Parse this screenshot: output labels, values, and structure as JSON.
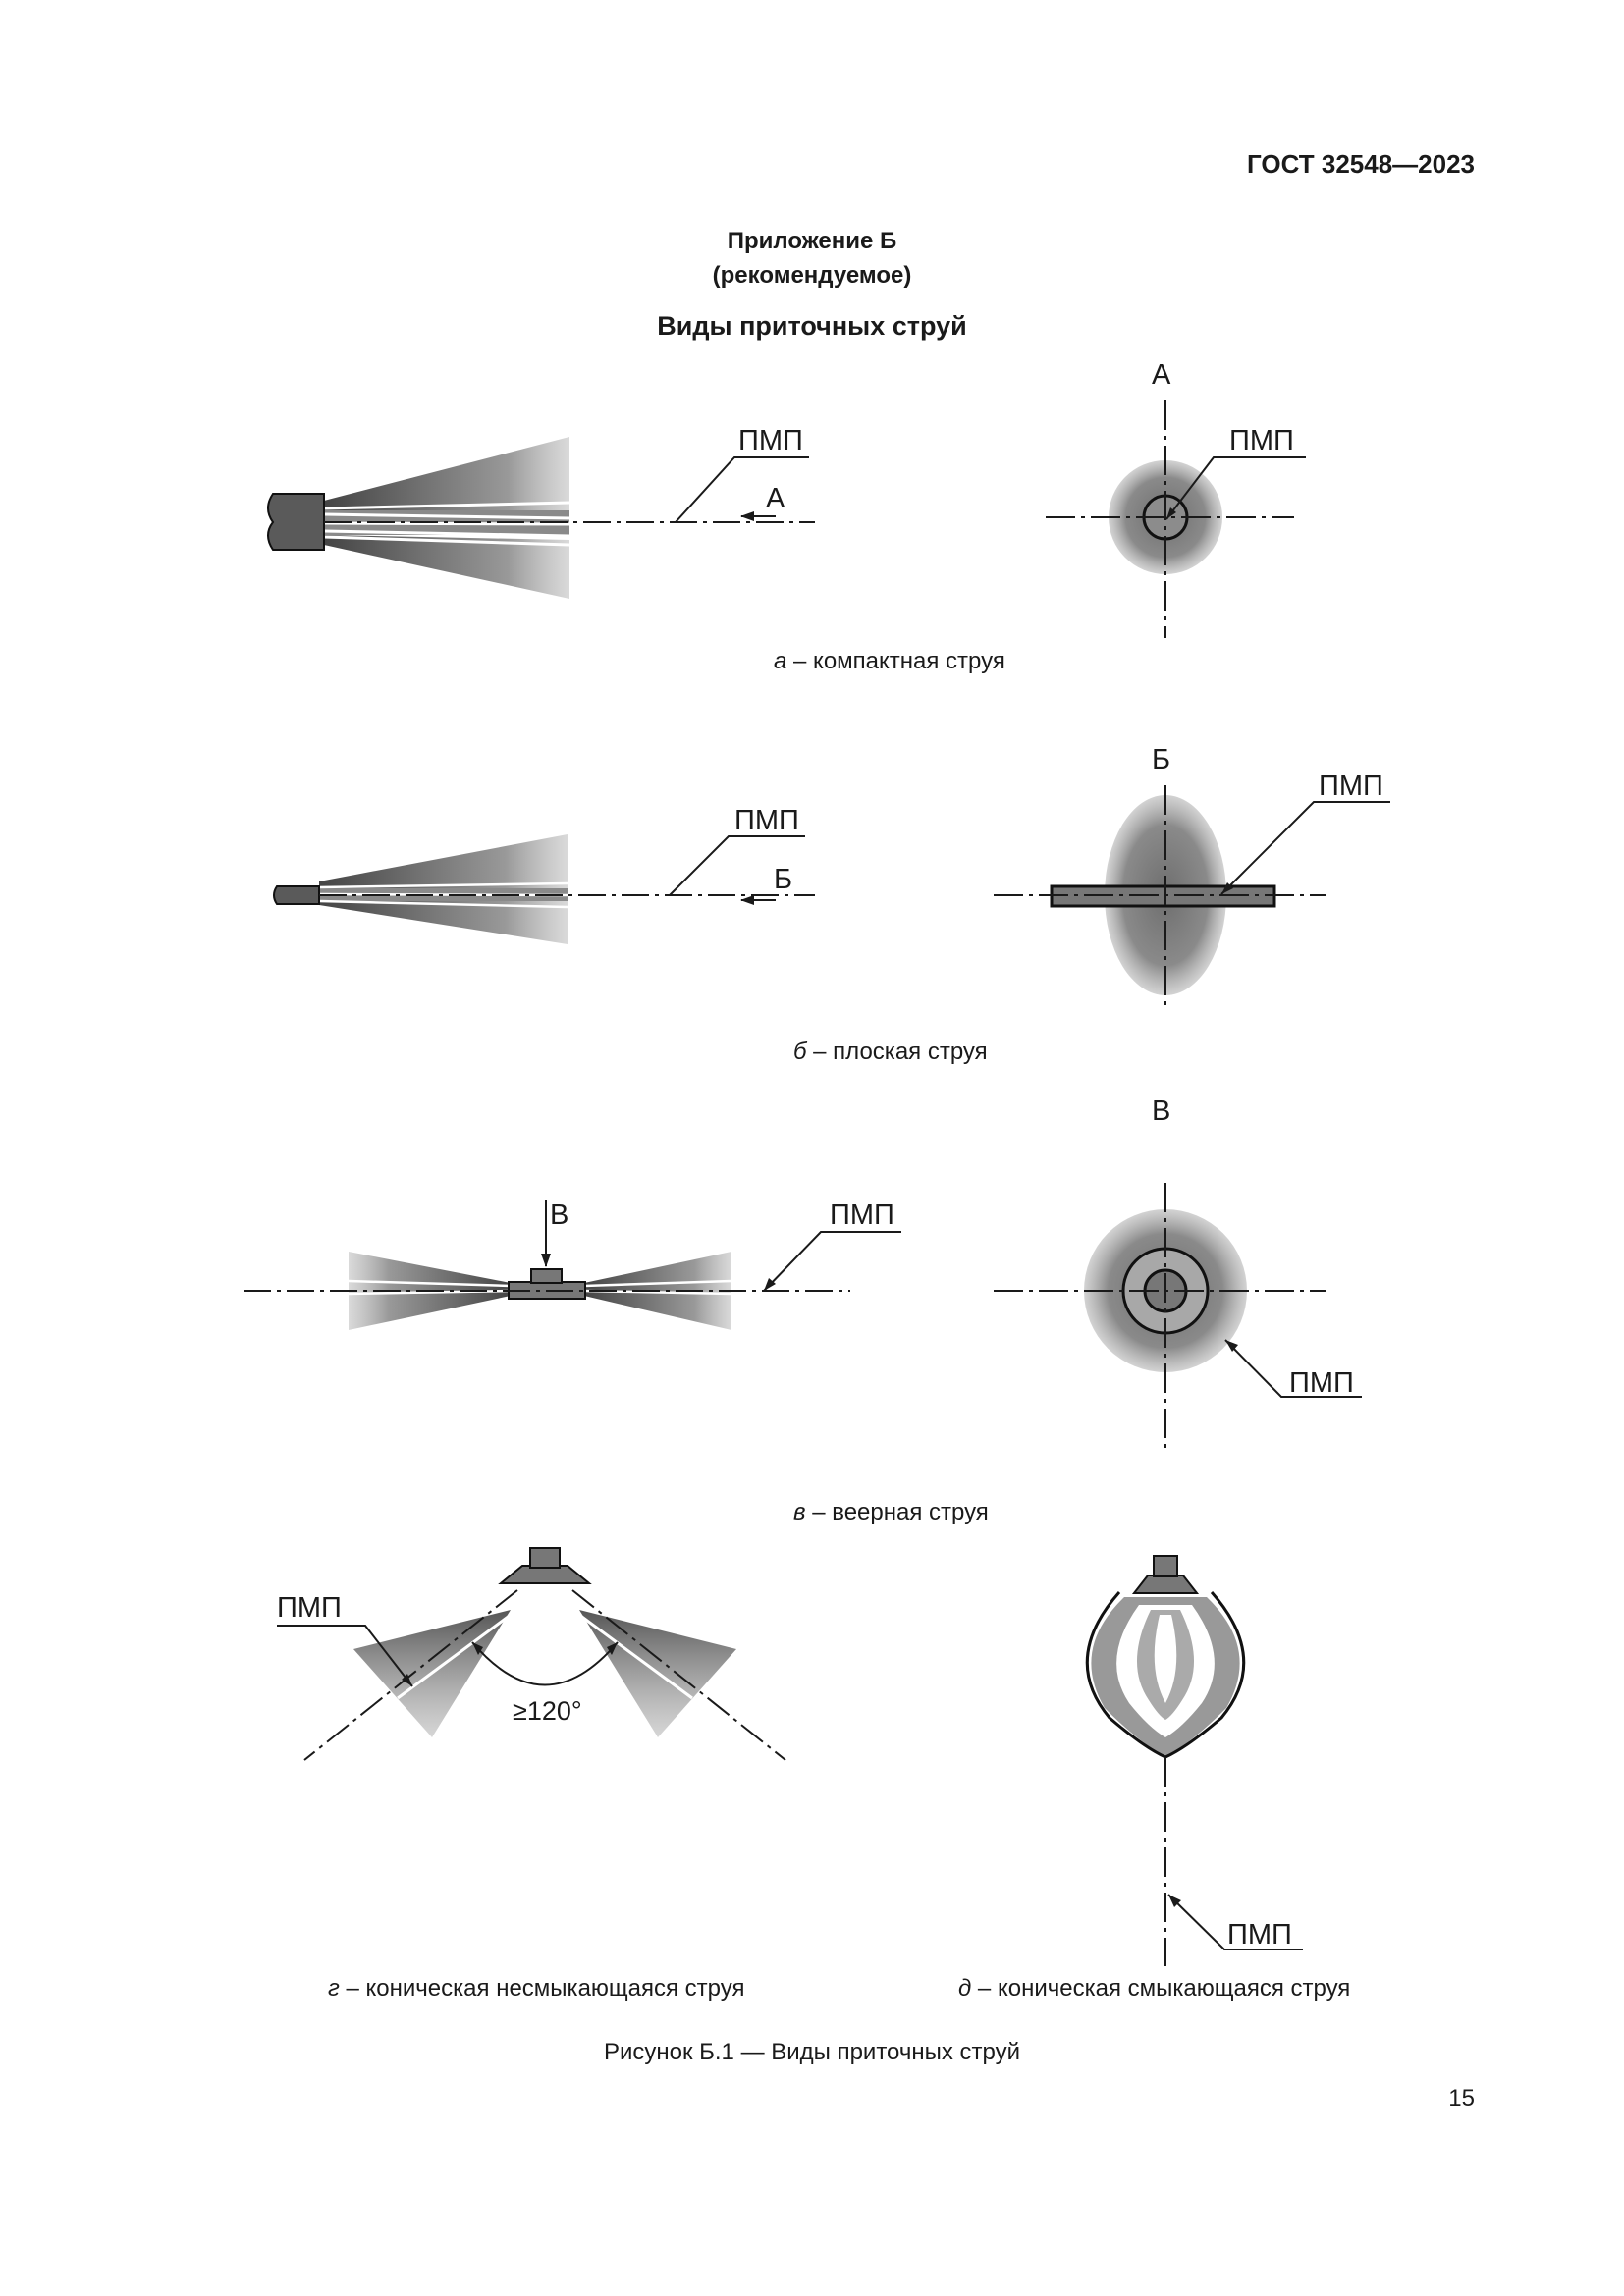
{
  "header": {
    "doc_number": "ГОСТ 32548—2023"
  },
  "annex": {
    "title": "Приложение Б",
    "status": "(рекомендуемое)",
    "heading": "Виды приточных струй"
  },
  "labels": {
    "pmp": "ПМП",
    "view_a": "А",
    "view_b": "Б",
    "view_v": "В",
    "angle": "≥120°"
  },
  "subfigures": [
    {
      "letter": "а",
      "caption": " – компактная струя"
    },
    {
      "letter": "б",
      "caption": " – плоская струя"
    },
    {
      "letter": "в",
      "caption": " – веерная струя"
    },
    {
      "letter": "г",
      "caption": " – коническая несмыкающаяся струя"
    },
    {
      "letter": "д",
      "caption": " – коническая смыкающаяся струя"
    }
  ],
  "figure_caption": "Рисунок Б.1 — Виды приточных струй",
  "page_number": "15"
}
